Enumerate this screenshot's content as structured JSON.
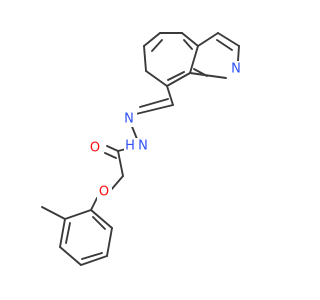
{
  "molecule": {
    "colors": {
      "bond": "#3a3a3a",
      "nitrogen": "#3050f8",
      "oxygen": "#ff0d0d"
    },
    "atom_labels": {
      "quinoline_n": "N",
      "hydrazone_n1": "N",
      "hydrazone_n2": "N",
      "amide_h": "H",
      "carbonyl_o": "O",
      "ether_o": "O"
    }
  }
}
